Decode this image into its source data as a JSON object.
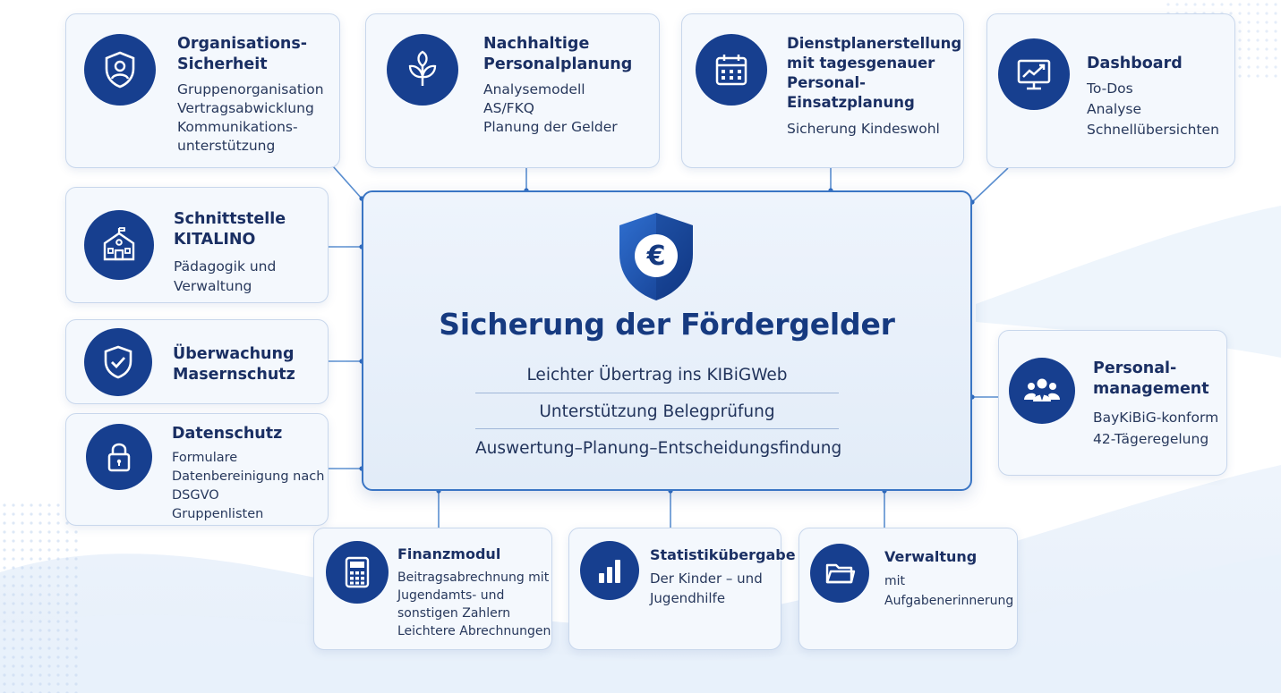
{
  "center": {
    "title": "Sicherung der Fördergelder",
    "items": [
      "Leichter Übertrag ins KIBiGWeb",
      "Unterstützung Belegprüfung",
      "Auswertung–Planung–Entscheidungsfindung"
    ]
  },
  "modules": {
    "org": {
      "title": [
        "Organisations-",
        "Sicherheit"
      ],
      "items": [
        "Gruppenorganisation",
        "Vertragsabwicklung",
        "Kommunikations-",
        "unterstützung"
      ]
    },
    "personalplanung": {
      "title": [
        "Nachhaltige",
        "Personalplanung"
      ],
      "items": [
        "Analysemodell",
        "AS/FKQ",
        "Planung der Gelder"
      ]
    },
    "dienstplan": {
      "title": [
        "Dienstplanerstellung",
        "mit tagesgenauer",
        "Personal-",
        "Einsatzplanung"
      ],
      "items": [
        "Sicherung Kindeswohl"
      ]
    },
    "dashboard": {
      "title": [
        "Dashboard"
      ],
      "items": [
        "To-Dos",
        "Analyse",
        "Schnellübersichten"
      ]
    },
    "kitalino": {
      "title": [
        "Schnittstelle",
        "KITALINO"
      ],
      "items": [
        "Pädagogik und",
        "Verwaltung"
      ]
    },
    "masern": {
      "title": [
        "Überwachung",
        "Masernschutz"
      ],
      "items": []
    },
    "datenschutz": {
      "title": [
        "Datenschutz"
      ],
      "items": [
        "Formulare",
        "Datenbereinigung nach",
        "DSGVO",
        "Gruppenlisten"
      ]
    },
    "personalmanagement": {
      "title": [
        "Personal-",
        "management"
      ],
      "items": [
        "BayKiBiG-konform",
        "42-Tägeregelung"
      ]
    },
    "finanz": {
      "title": [
        "Finanzmodul"
      ],
      "items": [
        "Beitragsabrechnung mit",
        "Jugendamts- und",
        "sonstigen Zahlern",
        "Leichtere Abrechnungen"
      ]
    },
    "statistik": {
      "title": [
        "Statistikübergabe"
      ],
      "items": [
        "Der Kinder – und",
        "Jugendhilfe"
      ]
    },
    "verwaltung": {
      "title": [
        "Verwaltung"
      ],
      "items": [
        "mit",
        "Aufgabenerinnerung"
      ]
    }
  },
  "icons": {
    "center": "euro-shield-icon",
    "org": "shield-user-icon",
    "personalplanung": "plant-icon",
    "dienstplan": "calendar-icon",
    "dashboard": "chart-monitor-icon",
    "kitalino": "building-icon",
    "masern": "shield-check-icon",
    "datenschutz": "padlock-icon",
    "personalmanagement": "team-icon",
    "finanz": "calculator-icon",
    "statistik": "bar-chart-icon",
    "verwaltung": "folder-icon"
  },
  "colors": {
    "primary": "#173f8f",
    "title": "#1a2f63",
    "connector": "#5b8fd0",
    "box_bg": "#f4f8fd"
  }
}
